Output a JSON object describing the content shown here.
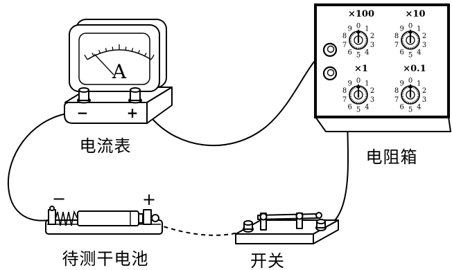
{
  "ammeter": {
    "label": "电流表",
    "unit_symbol": "A",
    "negative_terminal": "−",
    "positive_terminal": "+"
  },
  "resistance_box": {
    "label": "电阻箱",
    "dial_digits": [
      "0",
      "1",
      "2",
      "3",
      "4",
      "5",
      "6",
      "7",
      "8",
      "9"
    ],
    "dials": [
      {
        "multiplier": "×100",
        "setting": 0
      },
      {
        "multiplier": "×10",
        "setting": 0
      },
      {
        "multiplier": "×1",
        "setting": 0
      },
      {
        "multiplier": "×0.1",
        "setting": 0
      }
    ]
  },
  "battery": {
    "label": "待测干电池",
    "negative_terminal": "−",
    "positive_terminal": "+"
  },
  "switch": {
    "label": "开关"
  }
}
